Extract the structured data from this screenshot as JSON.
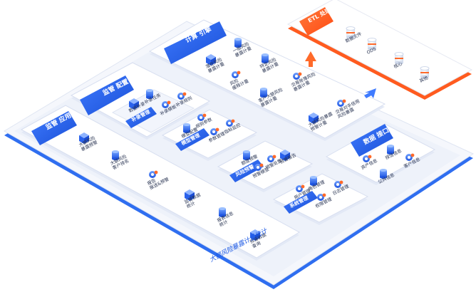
{
  "etl": {
    "title": "ETL 处理",
    "items": [
      {
        "label": "数据文件"
      },
      {
        "label": "ODS"
      },
      {
        "label": "核心"
      },
      {
        "label": "其他"
      }
    ]
  },
  "compute": {
    "title": "计算 引擎",
    "items": [
      {
        "label": "一般风险 暴露计量"
      },
      {
        "label": "潜在风险 暴露计量"
      },
      {
        "label": "特定风险 暴露计量"
      },
      {
        "label": "风险 缓释计量"
      },
      {
        "label": "交易账簿风险 暴露计量"
      },
      {
        "label": "客户大额风险 暴露计量"
      },
      {
        "label": "交易对手信用 风险暴露"
      },
      {
        "label": "大额风险暴露 预警计量"
      }
    ]
  },
  "config": {
    "title": "监管 配置",
    "box_title": "补录管理",
    "items": [
      {
        "label": "补录任务"
      },
      {
        "label": "数据补录"
      },
      {
        "label": "补录模板"
      },
      {
        "label": "补录规则"
      }
    ]
  },
  "model": {
    "title": "模型管理",
    "items": [
      {
        "label": "规则参数"
      },
      {
        "label": "模型配置"
      },
      {
        "label": "参数管理"
      },
      {
        "label": "指标监控"
      }
    ]
  },
  "risk": {
    "title": "风险预警",
    "items": [
      {
        "label": "额度预警"
      },
      {
        "label": "预警模型"
      },
      {
        "label": "预警处置"
      },
      {
        "label": "预警报告"
      }
    ]
  },
  "system": {
    "title": "系统管理",
    "items": [
      {
        "label": "角色管理"
      },
      {
        "label": "用户管理"
      },
      {
        "label": "日志管理"
      },
      {
        "label": "权限管理"
      }
    ]
  },
  "reg": {
    "title": "监管 应用",
    "items": [
      {
        "label": "大额风险 暴露预警"
      },
      {
        "label": "大额风险 客户排名"
      },
      {
        "label": "报告 报送&预警"
      },
      {
        "label": "监管数据 统计"
      },
      {
        "label": "报表信息 统计"
      },
      {
        "label": "预警数据 查询"
      }
    ]
  },
  "data_if": {
    "title": "数据 接口",
    "items": [
      {
        "label": "授信信息"
      },
      {
        "label": "客户信息"
      },
      {
        "label": "资产信息"
      },
      {
        "label": "公共信息"
      }
    ]
  },
  "platform": {
    "title": "大额风险暴露计量统计"
  },
  "colors": {
    "primary": "#1f5be5",
    "accent": "#ff5b1f",
    "plate": "#f1f4fb",
    "edge": "#2f6ef0"
  },
  "icons": [
    "database-icon",
    "cube-icon",
    "building-icon",
    "gear-person-icon",
    "arrow-icon"
  ]
}
